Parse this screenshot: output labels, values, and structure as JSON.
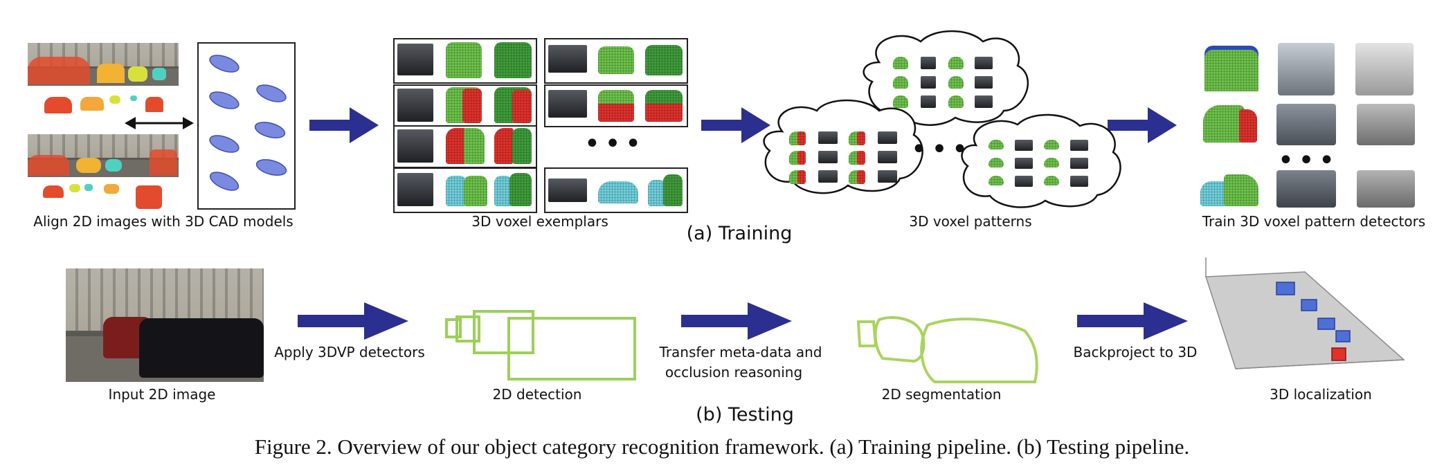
{
  "training": {
    "section_label": "(a) Training",
    "step1_label": "Align 2D images with 3D CAD models",
    "step2_label": "3D voxel exemplars",
    "step3_label": "3D voxel patterns",
    "step4_label": "Train 3D voxel pattern detectors",
    "ellipsis": "•••"
  },
  "testing": {
    "section_label": "(b) Testing",
    "input_label": "Input 2D image",
    "detect_arrow_label": "Apply 3DVP detectors",
    "detection_label": "2D detection",
    "transfer_arrow_label_line1": "Transfer meta-data and",
    "transfer_arrow_label_line2": "occlusion reasoning",
    "segmentation_label": "2D segmentation",
    "backproject_arrow_label": "Backproject to 3D",
    "localization_label": "3D localization"
  },
  "caption": "Figure 2. Overview of our object category recognition framework. (a) Training pipeline. (b) Testing pipeline.",
  "colors": {
    "arrow": "#2b2f8f",
    "voxel_green": "#6cc24a",
    "voxel_red": "#e0312b",
    "voxel_cyan": "#6fd0dc",
    "detection_box": "#9ccf5a",
    "cad_blue": "#5b6fd6"
  }
}
